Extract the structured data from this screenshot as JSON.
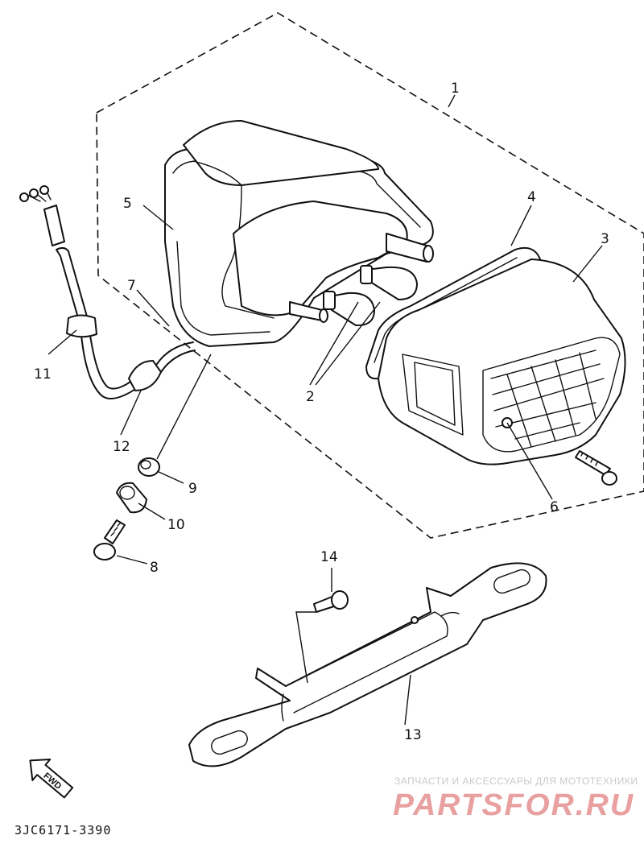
{
  "diagram": {
    "callouts": [
      {
        "id": "1",
        "label": "1"
      },
      {
        "id": "2",
        "label": "2"
      },
      {
        "id": "3",
        "label": "3"
      },
      {
        "id": "4",
        "label": "4"
      },
      {
        "id": "5",
        "label": "5"
      },
      {
        "id": "6",
        "label": "6"
      },
      {
        "id": "7",
        "label": "7"
      },
      {
        "id": "8",
        "label": "8"
      },
      {
        "id": "9",
        "label": "9"
      },
      {
        "id": "10",
        "label": "10"
      },
      {
        "id": "11",
        "label": "11"
      },
      {
        "id": "12",
        "label": "12"
      },
      {
        "id": "13",
        "label": "13"
      },
      {
        "id": "14",
        "label": "14"
      }
    ],
    "direction_label": "FWD",
    "diagram_code": "3JC6171-3390"
  },
  "watermark": {
    "tagline": "ЗАПЧАСТИ И АКСЕССУАРЫ ДЛЯ МОТОТЕХНИКИ",
    "brand": "PARTSFOR.RU",
    "brand_color": "#e8a0a0"
  }
}
